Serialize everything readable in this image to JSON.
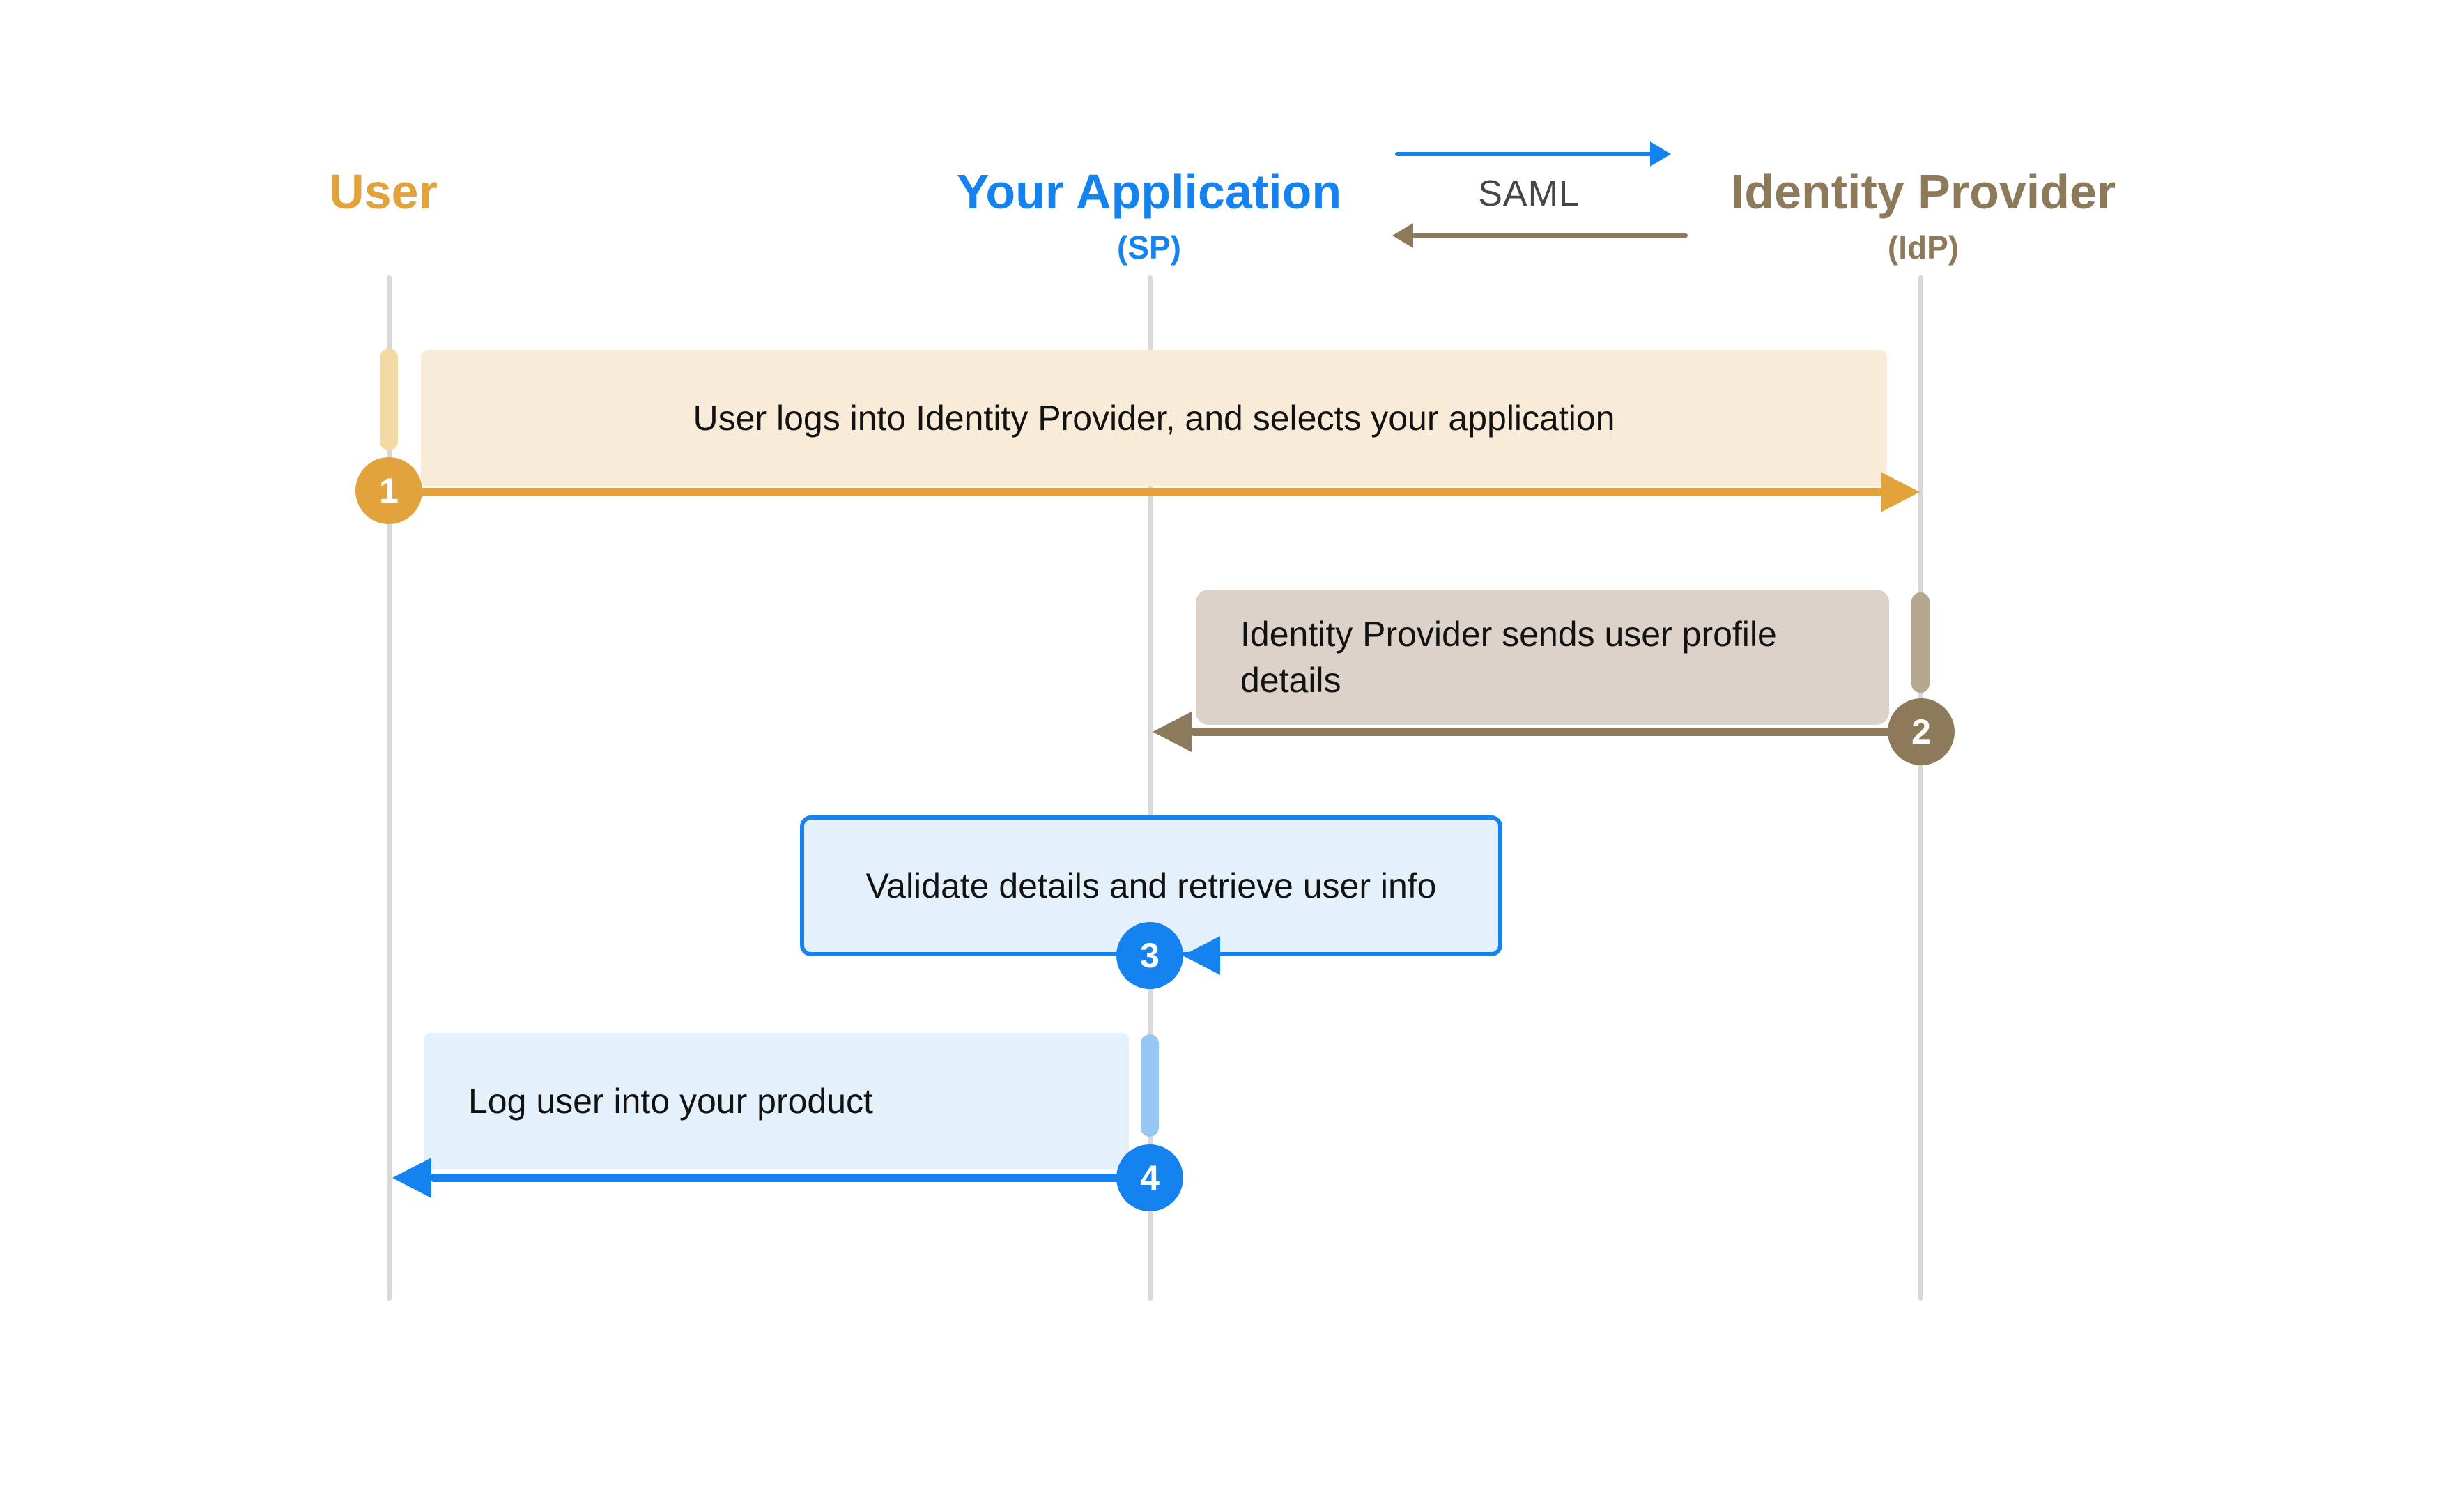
{
  "legend": {
    "label": "SAML"
  },
  "actors": [
    {
      "id": "user",
      "label": "User",
      "sub": "",
      "color": "#E2A33D"
    },
    {
      "id": "app",
      "label": "Your Application",
      "sub": "(SP)",
      "color": "#1583EF"
    },
    {
      "id": "idp",
      "label": "Identity Provider",
      "sub": "(IdP)",
      "color": "#8C7A5B"
    }
  ],
  "steps": [
    {
      "num": "1",
      "text": "User logs into Identity Provider, and selects your application",
      "from": "User",
      "to": "Identity Provider",
      "color": "#E2A33D"
    },
    {
      "num": "2",
      "text": "Identity Provider sends user profile details",
      "lines": [
        "Identity Provider sends user profile",
        "details"
      ],
      "from": "Identity Provider",
      "to": "Your Application",
      "color": "#8C7A5B"
    },
    {
      "num": "3",
      "text": "Validate details and retrieve user info",
      "from": "Your Application",
      "to": "Your Application",
      "color": "#1583EF"
    },
    {
      "num": "4",
      "text": "Log user into your product",
      "from": "Your Application",
      "to": "User",
      "color": "#1583EF"
    }
  ],
  "colors": {
    "orange": "#E2A33D",
    "orange-light": "#F3D9A4",
    "cream": "#F8ECD9",
    "brown": "#8C7A5B",
    "taupe": "#DCD2C9",
    "taupe-dark": "#B5A78E",
    "blue": "#1583EF",
    "blue-light": "#97C7F5",
    "blue-pale": "#E4F0FA",
    "lifeline": "#D9D9D9",
    "text": "#121212",
    "saml-text": "#474747",
    "bg": "#FFFFFF"
  }
}
